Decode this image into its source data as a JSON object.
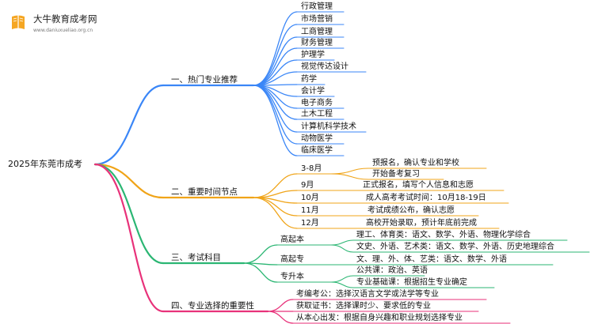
{
  "logo": {
    "title": "大牛教育成考网",
    "url": "www.daniuxueliao.org.cn",
    "accent": "#f5a623"
  },
  "root": "2025年东莞市成考",
  "colors": {
    "s1": "#3a86f7",
    "s2": "#f0a418",
    "s3": "#2bb673",
    "s4": "#e8327a"
  },
  "sections": [
    {
      "label": "一、热门专业推荐",
      "items": [
        "行政管理",
        "市场营销",
        "工商管理",
        "财务管理",
        "护理学",
        "视觉传达设计",
        "药学",
        "会计学",
        "电子商务",
        "土木工程",
        "计算机科学技术",
        "动物医学",
        "临床医学"
      ]
    },
    {
      "label": "二、重要时间节点",
      "groups": [
        {
          "label": "3-8月",
          "items": [
            "预报名，确认专业和学校",
            "开始备考复习"
          ]
        },
        {
          "label": "9月",
          "items": [
            "正式报名，填写个人信息和志愿"
          ]
        },
        {
          "label": "10月",
          "items": [
            "成人高考考试时间：10月18-19日"
          ]
        },
        {
          "label": "11月",
          "items": [
            "考试成绩公布，确认志愿"
          ]
        },
        {
          "label": "12月",
          "items": [
            "高校开始录取，预计年底前完成"
          ]
        }
      ]
    },
    {
      "label": "三、考试科目",
      "groups": [
        {
          "label": "高起本",
          "items": [
            "理工、体育类：语文、数学、外语、物理化学综合",
            "文史、外语、艺术类：语文、数学、外语、历史地理综合"
          ]
        },
        {
          "label": "高起专",
          "items": [
            "文、理、外、体、艺类：语文、数学、外语"
          ]
        },
        {
          "label": "专升本",
          "items": [
            "公共课：政治、英语",
            "专业基础课：根据招生专业确定"
          ]
        }
      ]
    },
    {
      "label": "四、专业选择的重要性",
      "items": [
        "考编考公：选择汉语言文学或法学等专业",
        "获取证书：选择课时少、要求低的专业",
        "从本心出发：根据自身兴趣和职业规划选择专业"
      ]
    }
  ]
}
